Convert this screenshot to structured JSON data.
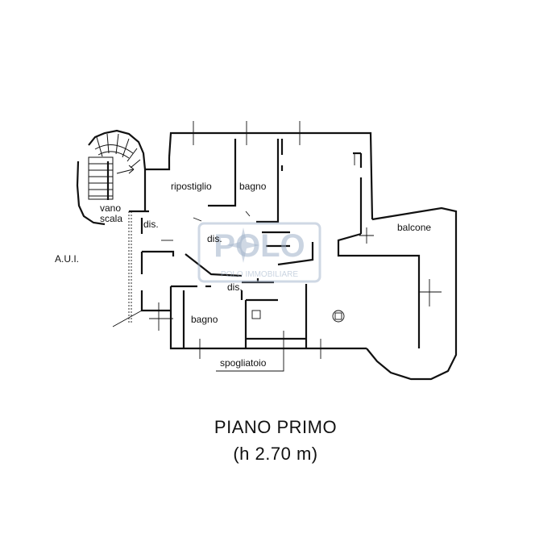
{
  "rooms": {
    "vano": "vano",
    "scala": "scala",
    "ripostiglio": "ripostiglio",
    "bagno_top": "bagno",
    "dis_left": "dis.",
    "dis_center": "dis.",
    "dis_lower": "dis.",
    "bagno_bottom": "bagno",
    "spogliatoio": "spogliatoio",
    "balcone": "balcone"
  },
  "aui_label": "A.U.I.",
  "title": {
    "line1": "PIANO PRIMO",
    "line2": "(h 2.70 m)"
  },
  "watermark": {
    "logo": "POLO",
    "tagline": "POLO IMMOBILIARE"
  }
}
